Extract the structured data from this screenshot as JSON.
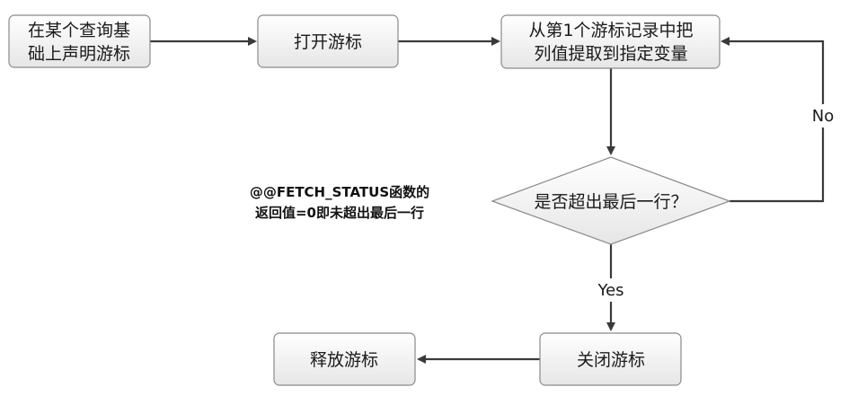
{
  "nodes": {
    "declare_cursor": {
      "lines": [
        "在某个查询基",
        "础上声明游标"
      ]
    },
    "open_cursor": {
      "lines": [
        "打开游标"
      ]
    },
    "fetch_record": {
      "lines": [
        "从第1个游标记录中把",
        "列值提取到指定变量"
      ]
    },
    "decision": {
      "lines": [
        "是否超出最后一行？"
      ]
    },
    "close_cursor": {
      "lines": [
        "关闭游标"
      ]
    },
    "release_cursor": {
      "lines": [
        "释放游标"
      ]
    }
  },
  "edge_labels": {
    "no": "No",
    "yes": "Yes"
  },
  "note": {
    "lines": [
      "@@FETCH_STATUS函数的",
      "返回值=0即未超出最后一行"
    ]
  },
  "colors": {
    "box_fill_top": "#ffffff",
    "box_fill_bottom": "#e6e6e6",
    "box_stroke": "#8a8a8a",
    "edge": "#3a3a3a"
  }
}
